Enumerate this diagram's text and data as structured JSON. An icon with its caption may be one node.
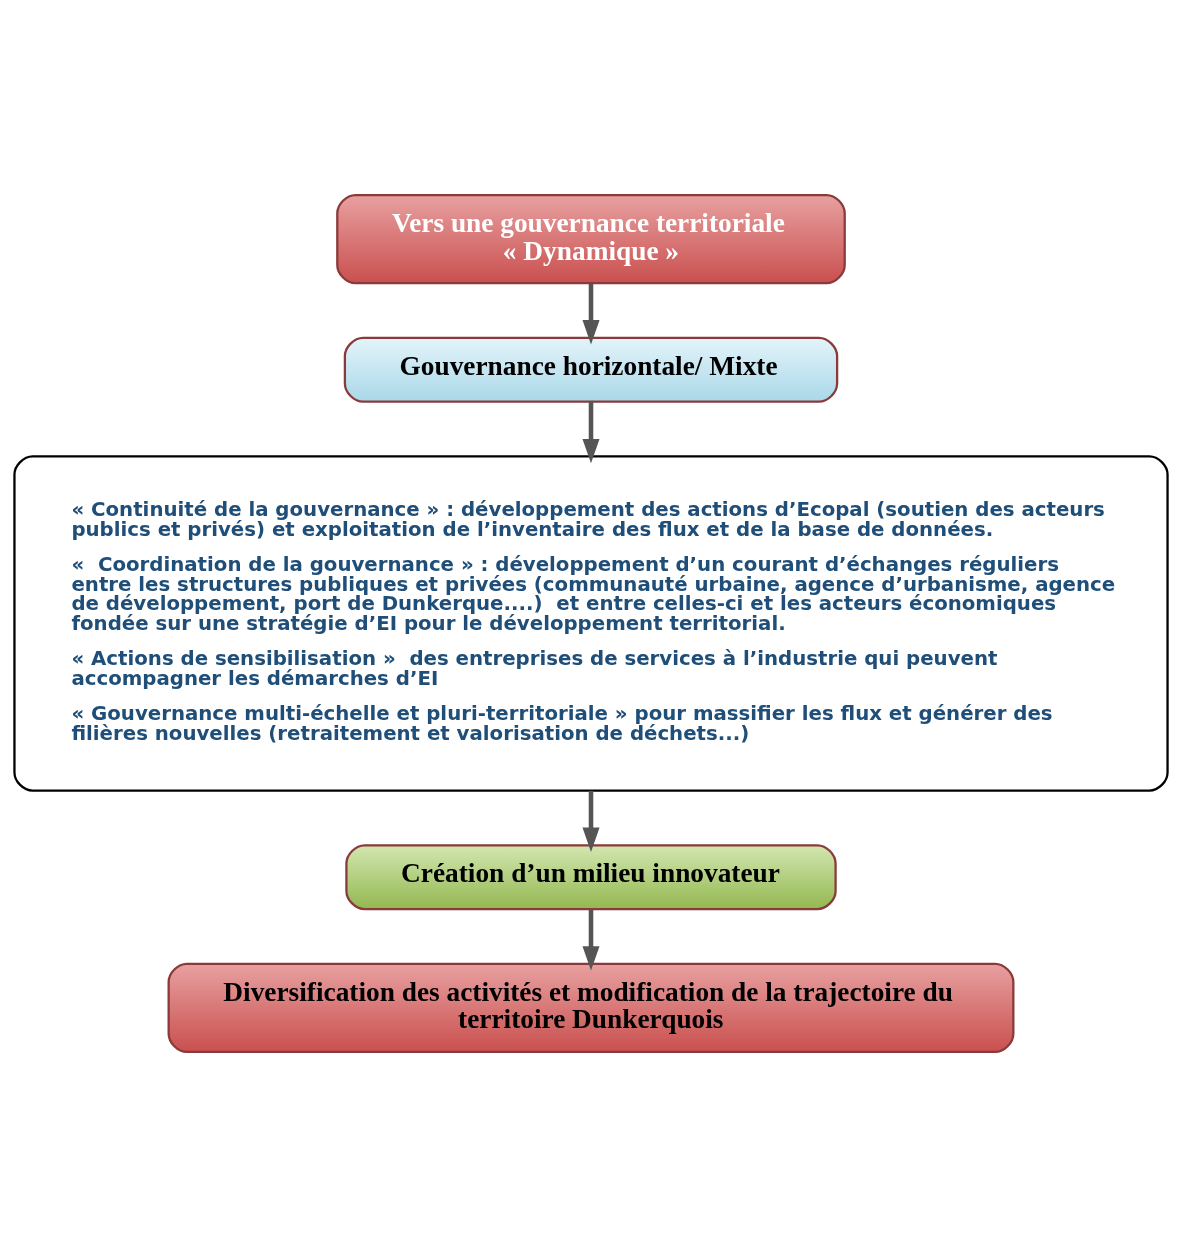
{
  "diagram": {
    "nodes": [
      {
        "text": [
          "Vers une gouvernance territoriale « Dynamique »"
        ]
      },
      {
        "text": [
          "Gouvernance horizontale/ Mixte"
        ]
      },
      {
        "text": [
          "« Continuité de la gouvernance » : développement des actions d’Ecopal (soutien des acteurs publics et privés) et exploitation de l’inventaire des flux et de la base de données.",
          "«  Coordination de la gouvernance » : développement d’un courant d’échanges réguliers entre les structures publiques et privées (communauté urbaine, agence d’urbanisme, agence de développement, port de Dunkerque....)  et entre celles-ci et les acteurs économiques fondée sur une stratégie d’EI pour le développement territorial.",
          "« Actions de sensibilisation »  des entreprises de services à l’industrie qui peuvent accompagner les démarches d’EI",
          "« Gouvernance multi-échelle et pluri-territoriale » pour massifier les flux et générer des filières nouvelles (retraitement et valorisation de déchets...)"
        ]
      },
      {
        "text": [
          "Création d’un milieu innovateur"
        ]
      },
      {
        "text": [
          "Diversification des activités et modification de la trajectoire du territoire Dunkerquois"
        ]
      }
    ],
    "edges": [
      {
        "from": 0,
        "to": 1,
        "arrow": "to"
      },
      {
        "from": 1,
        "to": 2,
        "arrow": "to"
      },
      {
        "from": 2,
        "to": 3,
        "arrow": "to"
      },
      {
        "from": 3,
        "to": 4,
        "arrow": "to"
      }
    ]
  }
}
